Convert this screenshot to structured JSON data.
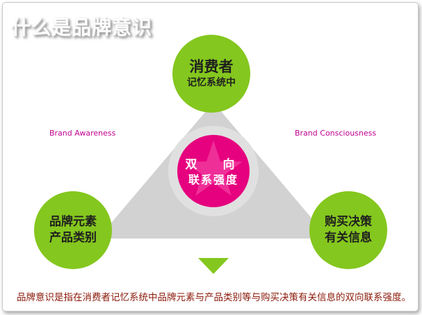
{
  "slide": {
    "title": "什么是品牌意识",
    "footer": "品牌意识是指在消费者记忆系统中品牌元素与产品类别等与购买决策有关信息的双向联系强度。"
  },
  "nodes": {
    "top": {
      "line1": "消费者",
      "line2": "记忆系统中"
    },
    "left": {
      "line1": "品牌元素",
      "line2": "产品类别"
    },
    "right": {
      "line1": "购买决策",
      "line2": "有关信息"
    },
    "center": {
      "line1": "双　向",
      "line2": "联系强度"
    }
  },
  "labels": {
    "left": "Brand Awareness",
    "right": "Brand Consciousness"
  },
  "icons": {
    "star": "star-icon",
    "down_arrow": "down-arrow-icon"
  },
  "colors": {
    "node_green": "#84c71e",
    "center_magenta": "#e6017e",
    "star_pink": "#ef2f98",
    "triangle_gray": "#d2d2d2",
    "halo_gray": "#e0e0e0",
    "label_magenta": "#c0008f",
    "footer_text": "#8b1a0a",
    "node_text": "#1f1f1f",
    "center_text": "#ffffff"
  }
}
